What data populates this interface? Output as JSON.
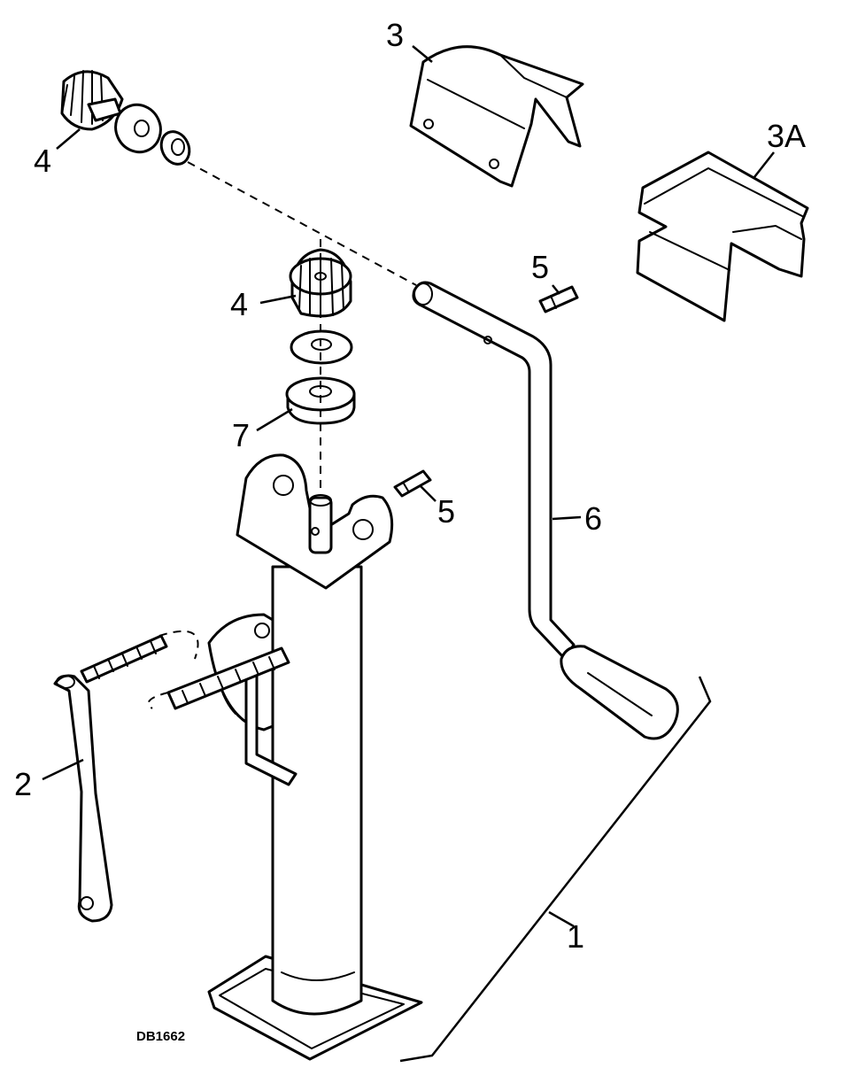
{
  "callouts": {
    "c1": "1",
    "c2": "2",
    "c3": "3",
    "c3a": "3A",
    "c4_top": "4",
    "c4_mid": "4",
    "c5_top": "5",
    "c5_mid": "5",
    "c6": "6",
    "c7": "7"
  },
  "drawing_code": "DB1662",
  "colors": {
    "ink": "#000000",
    "paper": "#ffffff"
  }
}
